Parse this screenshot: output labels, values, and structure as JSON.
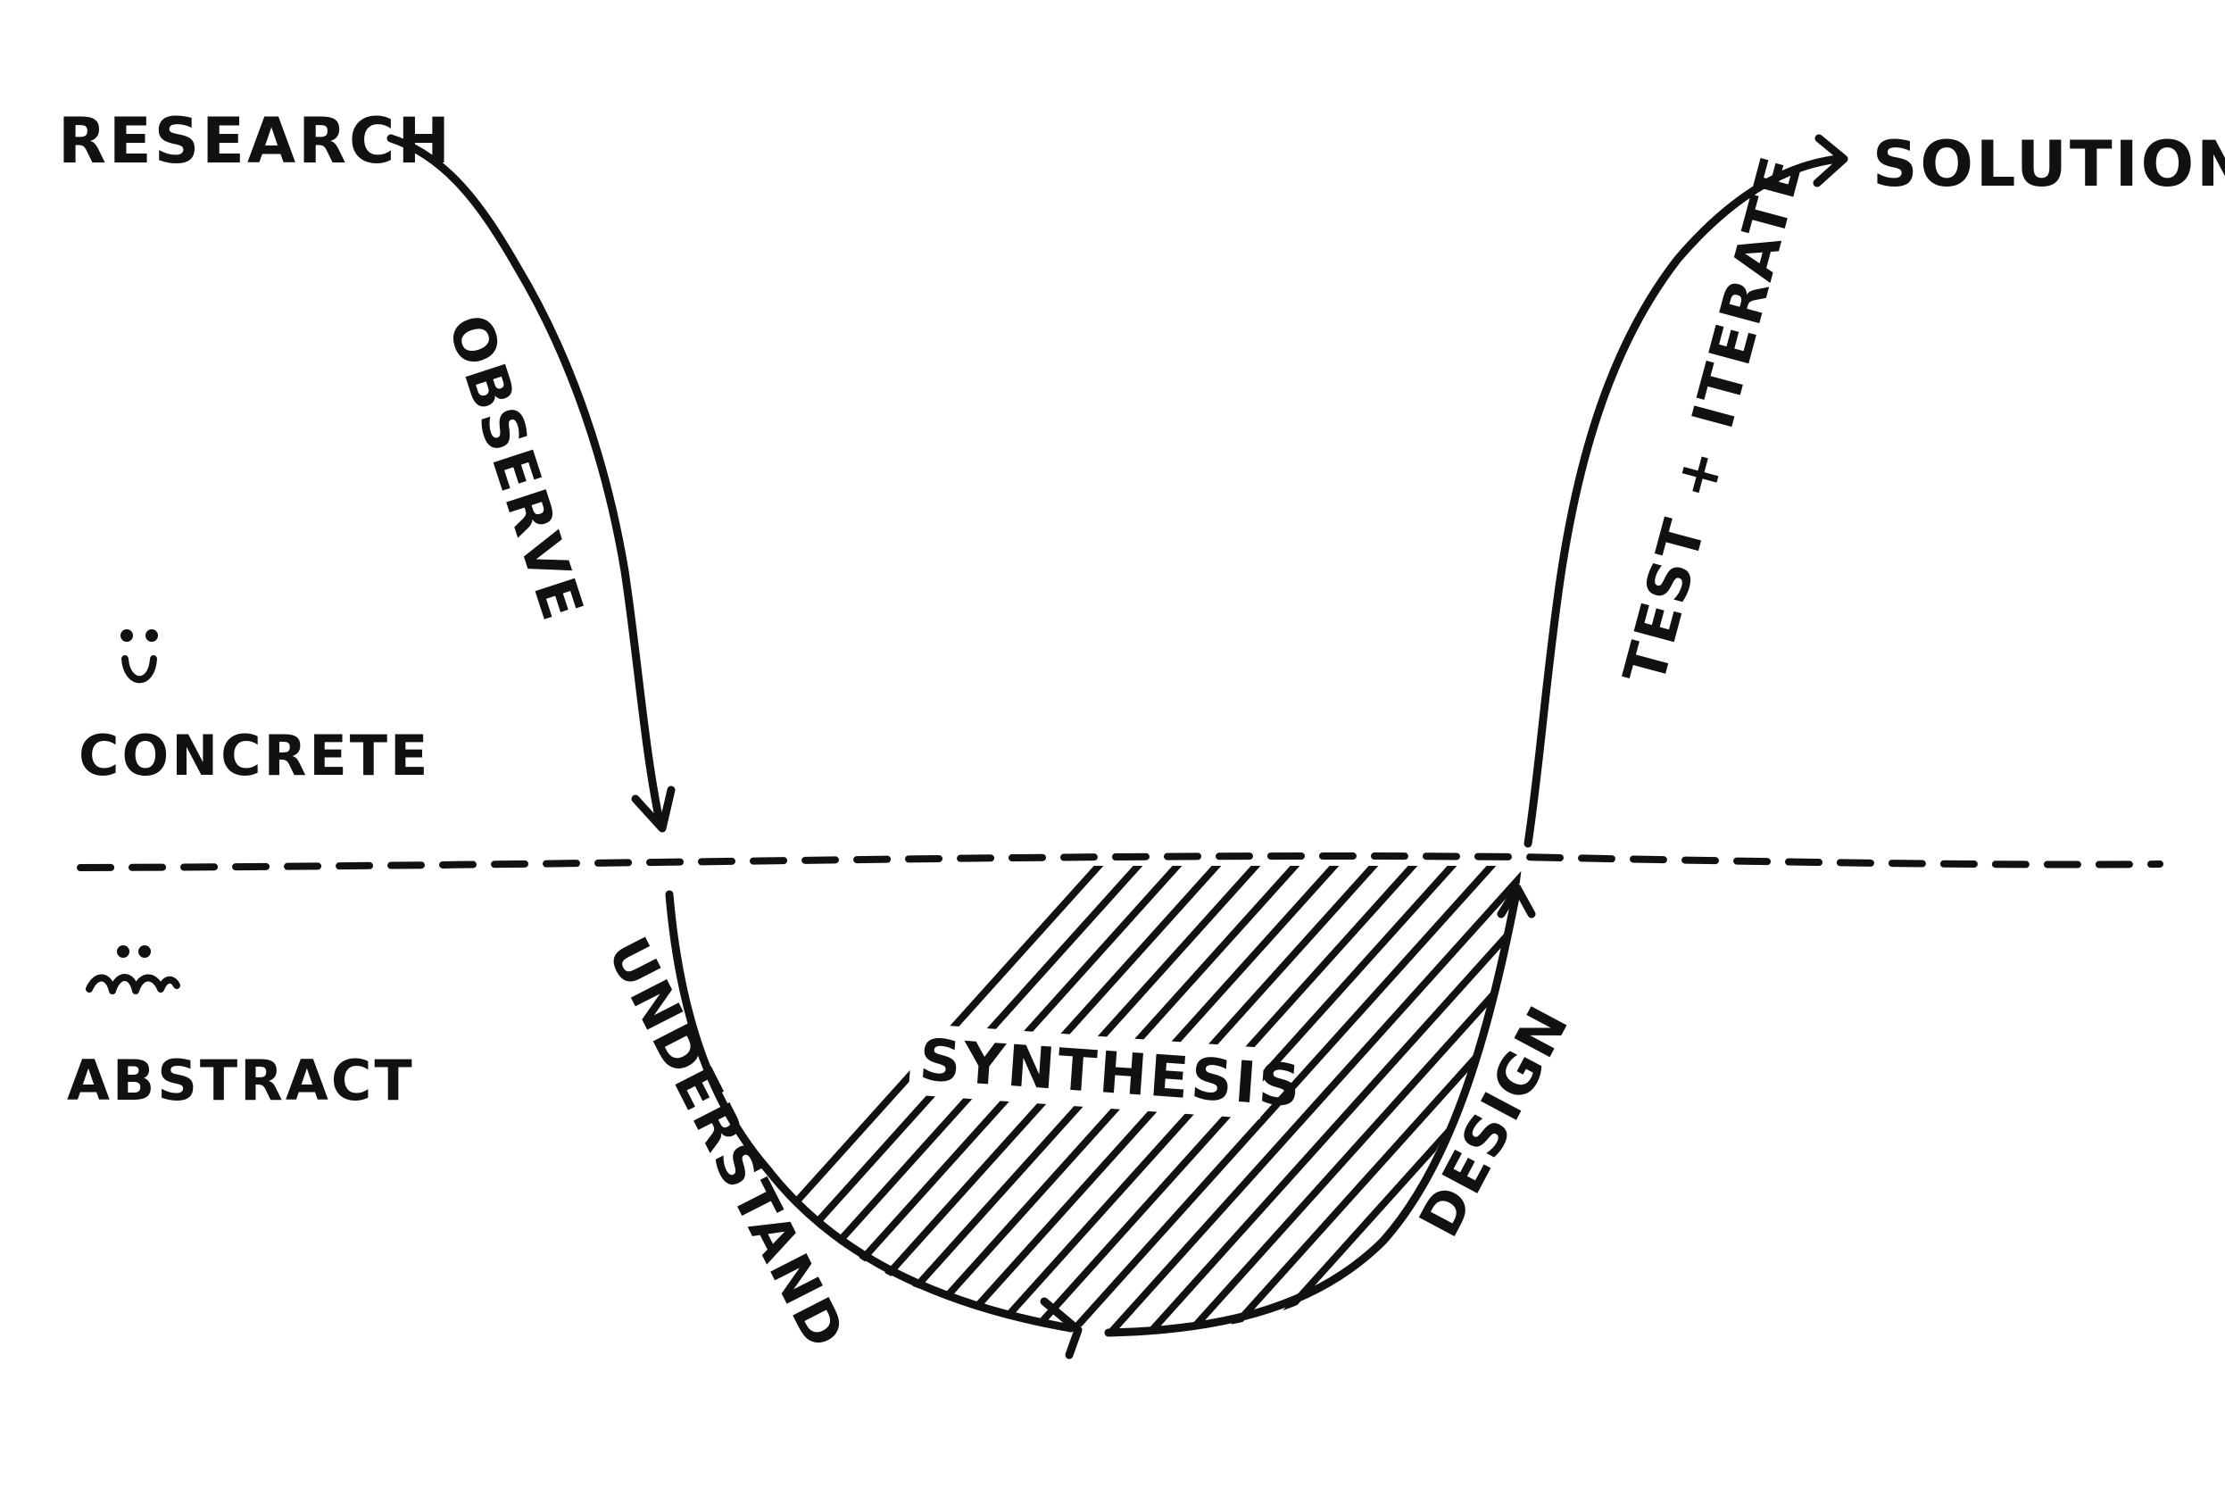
{
  "labels": {
    "research": "RESEARCH",
    "solutions": "SOLUTIONS",
    "observe": "OBSERVE",
    "test_iterate": "TEST + ITERATE",
    "concrete": "CONCRETE",
    "abstract": "ABSTRACT",
    "understand": "UNDERSTAND",
    "synthesis": "SYNTHESIS",
    "design": "DESIGN"
  },
  "colors": {
    "ink": "#111111",
    "paper": "#ffffff"
  },
  "icons": {
    "concrete": "happy-face-icon",
    "abstract": "squiggly-mouth-face-icon"
  }
}
